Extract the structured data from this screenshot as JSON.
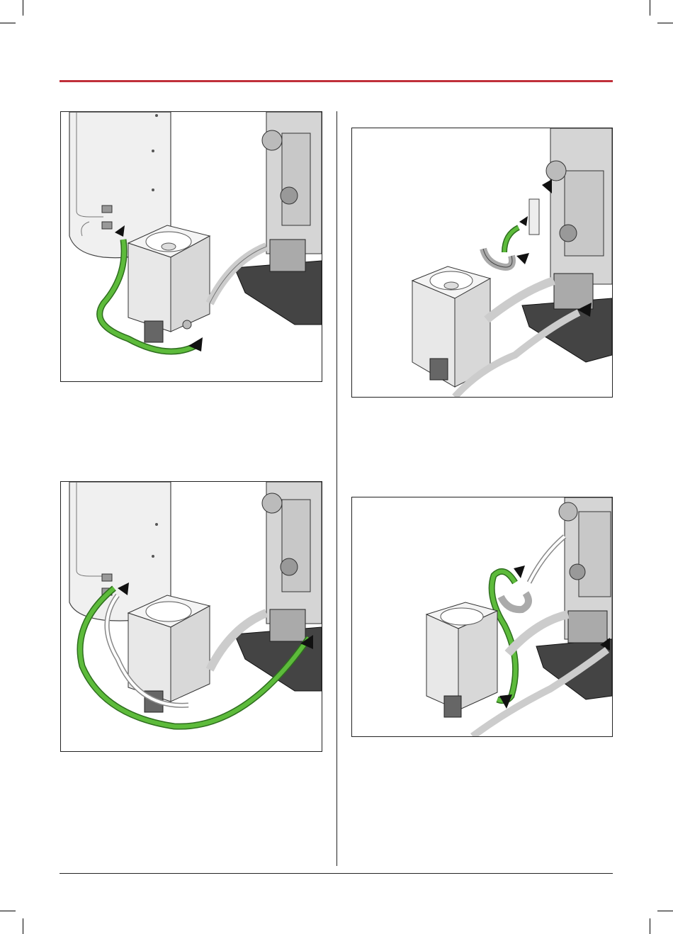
{
  "page": {
    "header_rule_color": "#c0303a",
    "hose_color": "#5dbb3b"
  },
  "figures": [
    {
      "id": "fig-top-left",
      "caption": ""
    },
    {
      "id": "fig-top-right",
      "caption": ""
    },
    {
      "id": "fig-bottom-left",
      "caption": ""
    },
    {
      "id": "fig-bottom-right",
      "caption": ""
    }
  ]
}
